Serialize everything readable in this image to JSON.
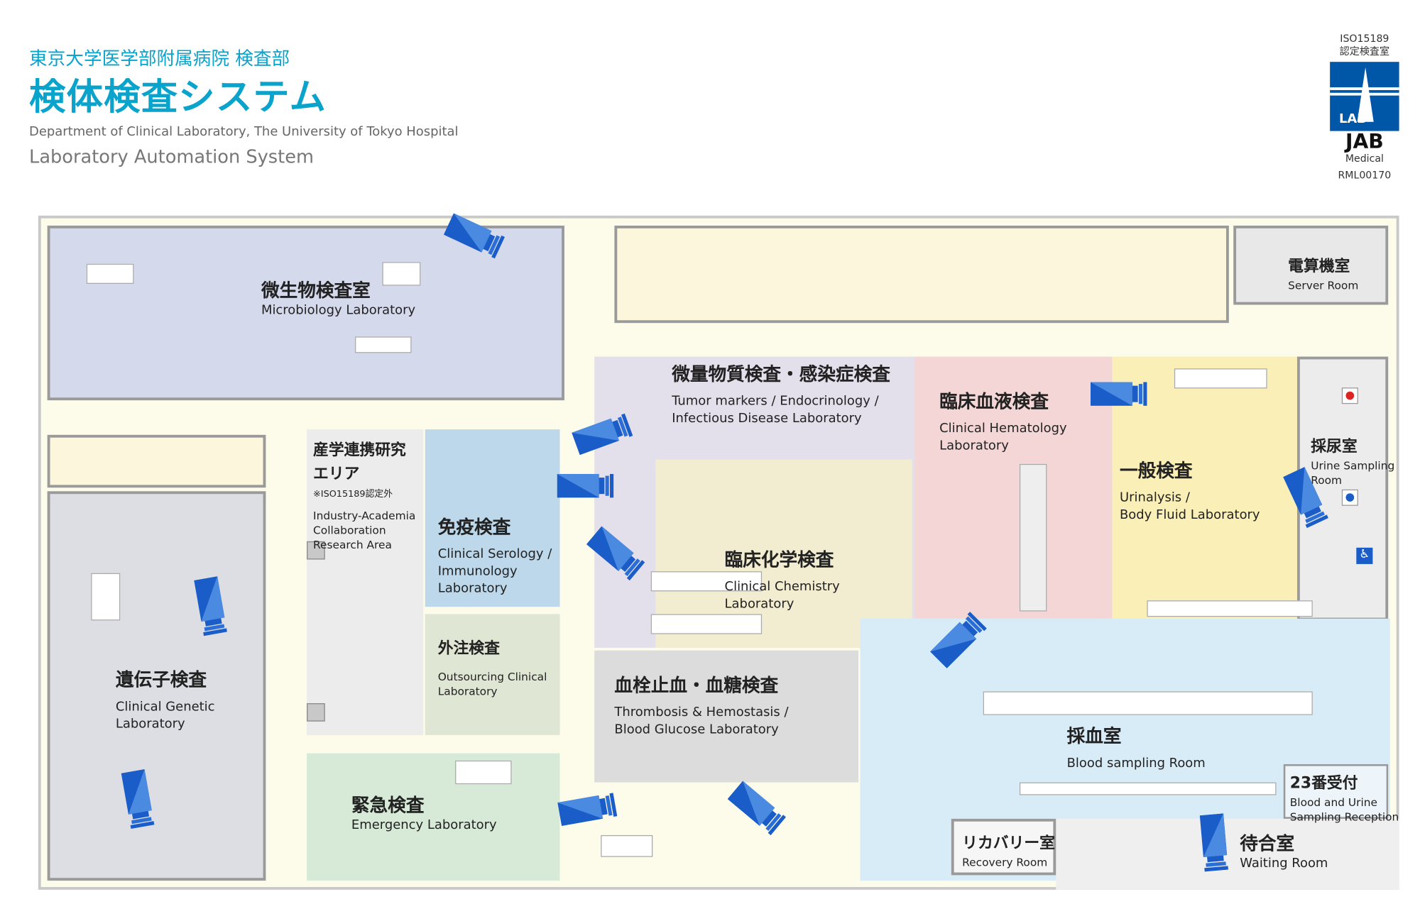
{
  "header": {
    "org": "東京大学医学部附属病院 検査部",
    "title": "検体検査システム",
    "department_en": "Department of Clinical Laboratory, The University of Tokyo Hospital",
    "system_en": "Laboratory Automation System"
  },
  "certification": {
    "line1": "ISO15189",
    "line2": "認定検査室",
    "logo_lab": "LAB",
    "logo_jab": "JAB",
    "logo_medical": "Medical",
    "code": "RML00170"
  },
  "rooms": {
    "microbiology": {
      "jp": "微生物検査室",
      "en": "Microbiology Laboratory"
    },
    "server": {
      "jp": "電算機室",
      "en": "Server Room"
    },
    "tumor": {
      "jp": "微量物質検査・感染症検査",
      "en1": "Tumor markers / Endocrinology /",
      "en2": "Infectious Disease Laboratory"
    },
    "hematology": {
      "jp": "臨床血液検査",
      "en1": "Clinical Hematology",
      "en2": "Laboratory"
    },
    "urinalysis": {
      "jp": "一般検査",
      "en1": "Urinalysis /",
      "en2": "Body Fluid Laboratory"
    },
    "urine_sampling": {
      "jp": "採尿室",
      "en1": "Urine Sampling",
      "en2": "Room"
    },
    "industry": {
      "jp1": "産学連携研究",
      "jp2": "エリア",
      "note": "※ISO15189認定外",
      "en1": "Industry-Academia",
      "en2": "Collaboration",
      "en3": "Research Area"
    },
    "immunology": {
      "jp": "免疫検査",
      "en1": "Clinical Serology /",
      "en2": "Immunology",
      "en3": "Laboratory"
    },
    "chemistry": {
      "jp": "臨床化学検査",
      "en1": "Clinical Chemistry",
      "en2": "Laboratory"
    },
    "outsourcing": {
      "jp": "外注検査",
      "en1": "Outsourcing Clinical",
      "en2": "Laboratory"
    },
    "genetic": {
      "jp": "遺伝子検査",
      "en1": "Clinical Genetic",
      "en2": "Laboratory"
    },
    "thrombosis": {
      "jp": "血栓止血・血糖検査",
      "en1": "Thrombosis & Hemostasis /",
      "en2": "Blood Glucose Laboratory"
    },
    "blood_sampling": {
      "jp": "採血室",
      "en": "Blood sampling Room"
    },
    "reception": {
      "jp": "23番受付",
      "en1": "Blood and Urine",
      "en2": "Sampling Reception"
    },
    "emergency": {
      "jp": "緊急検査",
      "en": "Emergency Laboratory"
    },
    "recovery": {
      "jp": "リカバリー室",
      "en": "Recovery Room"
    },
    "waiting": {
      "jp": "待合室",
      "en": "Waiting Room"
    }
  },
  "colors": {
    "accent": "#0aa3cc",
    "camera": "#1a5cc8",
    "microbiology": "#d5d9ec",
    "immunology": "#bcd8ea",
    "hematology": "#f5d6d6",
    "urinalysis": "#fbefb8",
    "chemistry": "#f2ecd0",
    "blood_sampling": "#d8ecf8"
  }
}
